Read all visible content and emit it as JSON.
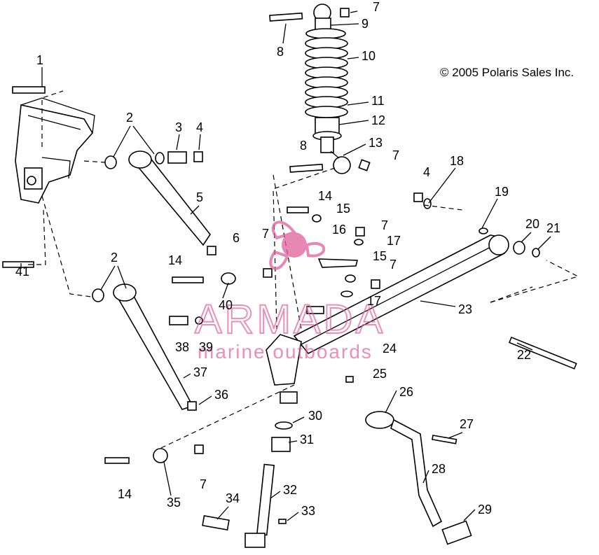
{
  "copyright": "© 2005 Polaris Sales Inc.",
  "watermark": {
    "brand": "ARMADA",
    "tagline": "marine outboards",
    "color": "#e0609c"
  },
  "callouts": [
    "1",
    "2",
    "3",
    "4",
    "5",
    "6",
    "7",
    "8",
    "9",
    "10",
    "11",
    "12",
    "13",
    "14",
    "15",
    "16",
    "17",
    "18",
    "19",
    "20",
    "21",
    "22",
    "23",
    "24",
    "25",
    "26",
    "27",
    "28",
    "29",
    "30",
    "31",
    "32",
    "33",
    "34",
    "35",
    "36",
    "37",
    "38",
    "39",
    "40",
    "41"
  ]
}
